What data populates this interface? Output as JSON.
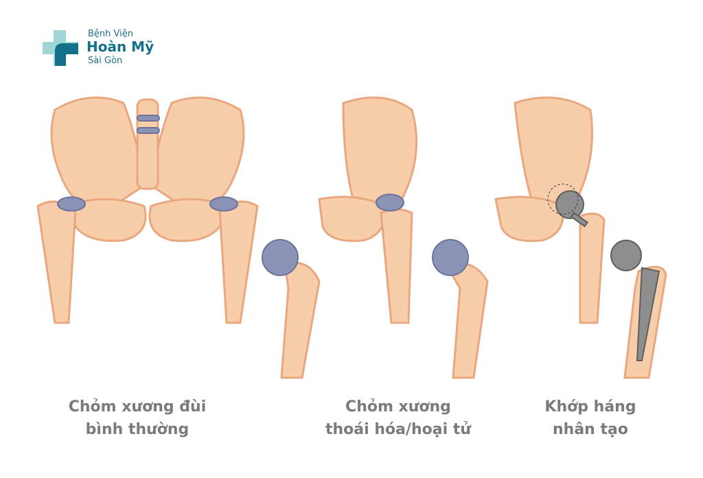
{
  "logo": {
    "line1": "Bệnh Viện",
    "line2": "Hoàn Mỹ",
    "line3": "Sài Gòn"
  },
  "captions": [
    {
      "line1": "Chỏm xương đùi",
      "line2": "bình thường"
    },
    {
      "line1": "Chỏm xương",
      "line2": "thoái hóa/hoại tử"
    },
    {
      "line1": "Khớp háng",
      "line2": "nhân tạo"
    }
  ],
  "colors": {
    "bone": "#f7cdaa",
    "bone_outline": "#e9a77f",
    "cartilage": "#8b93b7",
    "implant": "#8e8e8e",
    "caption": "#7b7b7b",
    "brand": "#13708a"
  }
}
